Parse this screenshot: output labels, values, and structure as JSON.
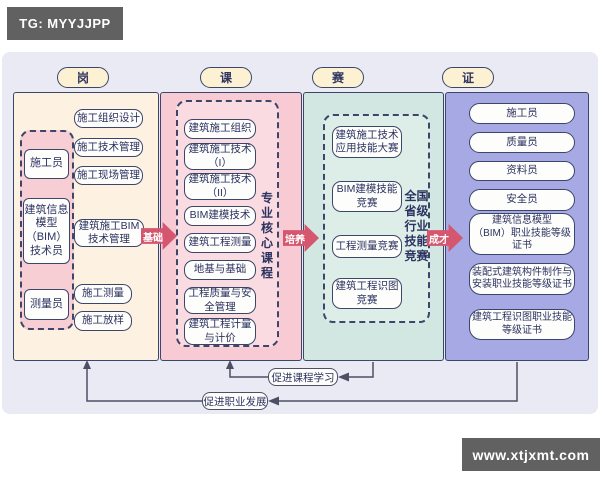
{
  "watermarks": {
    "telegram": "TG: MYYJJPP",
    "website": "www.xtjxmt.com"
  },
  "headers": {
    "post": "岗",
    "course": "课",
    "competition": "赛",
    "certificate": "证"
  },
  "post_column": {
    "roles": {
      "builder": "施工员",
      "bim": "建筑信息\n模型\n（BIM）\n技术员",
      "surveyor": "测量员"
    },
    "tasks": [
      "施工组织设计",
      "施工技术管理",
      "施工现场管理",
      "建筑施工BIM\n技术管理",
      "施工测量",
      "施工放样"
    ]
  },
  "course_column": {
    "vertical_label": "专业核心课程",
    "courses": [
      "建筑施工组织",
      "建筑施工技术\n（I）",
      "建筑施工技术\n（II）",
      "BIM建模技术",
      "建筑工程测量",
      "地基与基础",
      "工程质量与安\n全管理",
      "建筑工程计量\n与计价"
    ]
  },
  "competition_column": {
    "vertical_label": "全国省级行业技能竞赛",
    "competitions": [
      "建筑施工技术\n应用技能大赛",
      "BIM建模技能\n竞赛",
      "工程测量竞赛",
      "建筑工程识图\n竞赛"
    ]
  },
  "certificate_column": {
    "certificates": [
      "施工员",
      "质量员",
      "资料员",
      "安全员",
      "建筑信息模型\n（BIM）职业技能等级\n证书",
      "装配式建筑构件制作与\n安装职业技能等级证书",
      "建筑工程识图职业技能\n等级证书"
    ]
  },
  "process_arrows": {
    "foundation": "基础",
    "cultivate": "培养",
    "succeed": "成才"
  },
  "feedback_labels": {
    "course": "促进课程学习",
    "career": "促进职业发展"
  },
  "colors": {
    "panel_bg": "#e9eaf4",
    "post_bg": "#fdf2e1",
    "course_bg": "#f8cbd4",
    "competition_bg": "#d2e7e1",
    "certificate_bg": "#a6a9e4",
    "border_navy": "#3c4668",
    "arrow_accent": "#d5566f",
    "watermark_bg": "#616161",
    "pill_bg": "#fcf2d3"
  }
}
